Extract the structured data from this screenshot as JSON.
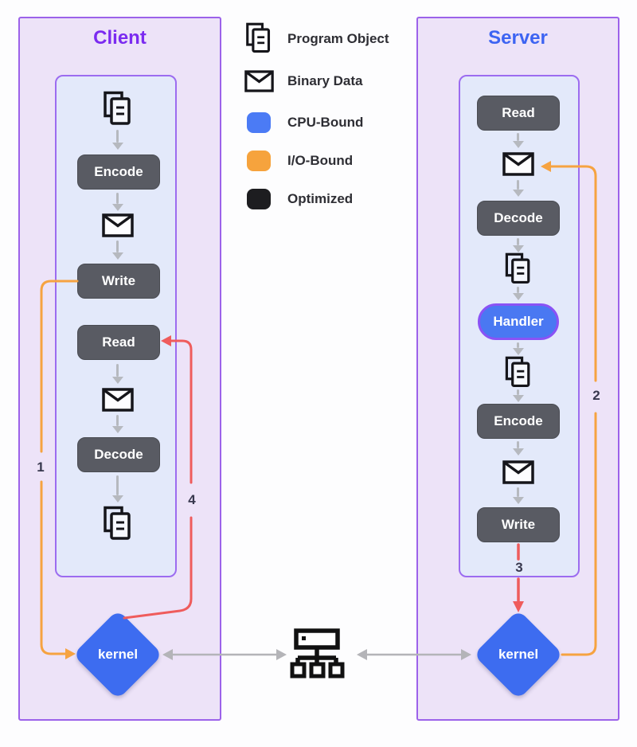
{
  "legend": {
    "items": [
      {
        "label": "Program Object",
        "icon": "program-object-icon"
      },
      {
        "label": "Binary Data",
        "icon": "binary-data-icon"
      },
      {
        "label": "CPU-Bound",
        "swatch_color": "#4b7bf5"
      },
      {
        "label": "I/O-Bound",
        "swatch_color": "#f6a33d"
      },
      {
        "label": "Optimized",
        "swatch_color": "#1d1d20"
      }
    ]
  },
  "client": {
    "title": "Client",
    "nodes": {
      "encode": "Encode",
      "write": "Write",
      "read": "Read",
      "decode": "Decode"
    },
    "kernel": "kernel"
  },
  "server": {
    "title": "Server",
    "nodes": {
      "read": "Read",
      "decode": "Decode",
      "handler": "Handler",
      "encode": "Encode",
      "write": "Write"
    },
    "kernel": "kernel"
  },
  "flow_numbers": {
    "n1": "1",
    "n2": "2",
    "n3": "3",
    "n4": "4"
  },
  "colors": {
    "client_title": "#7b2bf0",
    "server_title": "#3d64f2",
    "outer_box_bg": "#ede3f8",
    "box_border": "#9c62ea",
    "inner_box_bg": "#e3e9fa",
    "node_fill": "#595b63",
    "kernel_fill": "#3d6cf0",
    "handler_fill": "#4a78f2",
    "handler_border": "#8a52f5",
    "io_line": "#f6a341",
    "red_line": "#ef5c5c",
    "gray_arrow": "#b6b9bf"
  }
}
